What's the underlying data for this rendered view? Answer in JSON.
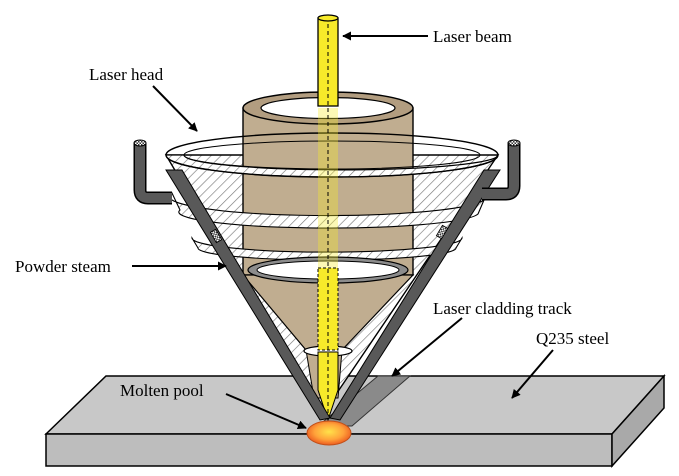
{
  "labels": {
    "laser_beam": "Laser beam",
    "laser_head": "Laser head",
    "powder_stream": "Powder steam",
    "cladding_track": "Laser cladding track",
    "substrate": "Q235 steel",
    "molten_pool": "Molten pool"
  },
  "colors": {
    "laser_beam": "#f7ea2a",
    "tube": "#c0ad90",
    "steel": "#c8c8c8",
    "track": "#8a8a8a",
    "nozzle_arm": "#595959",
    "pool_core": "#ffd23c",
    "pool_edge": "#e84a1a"
  },
  "icons": [
    "arrow-icon",
    "powder-pipe-icon"
  ]
}
